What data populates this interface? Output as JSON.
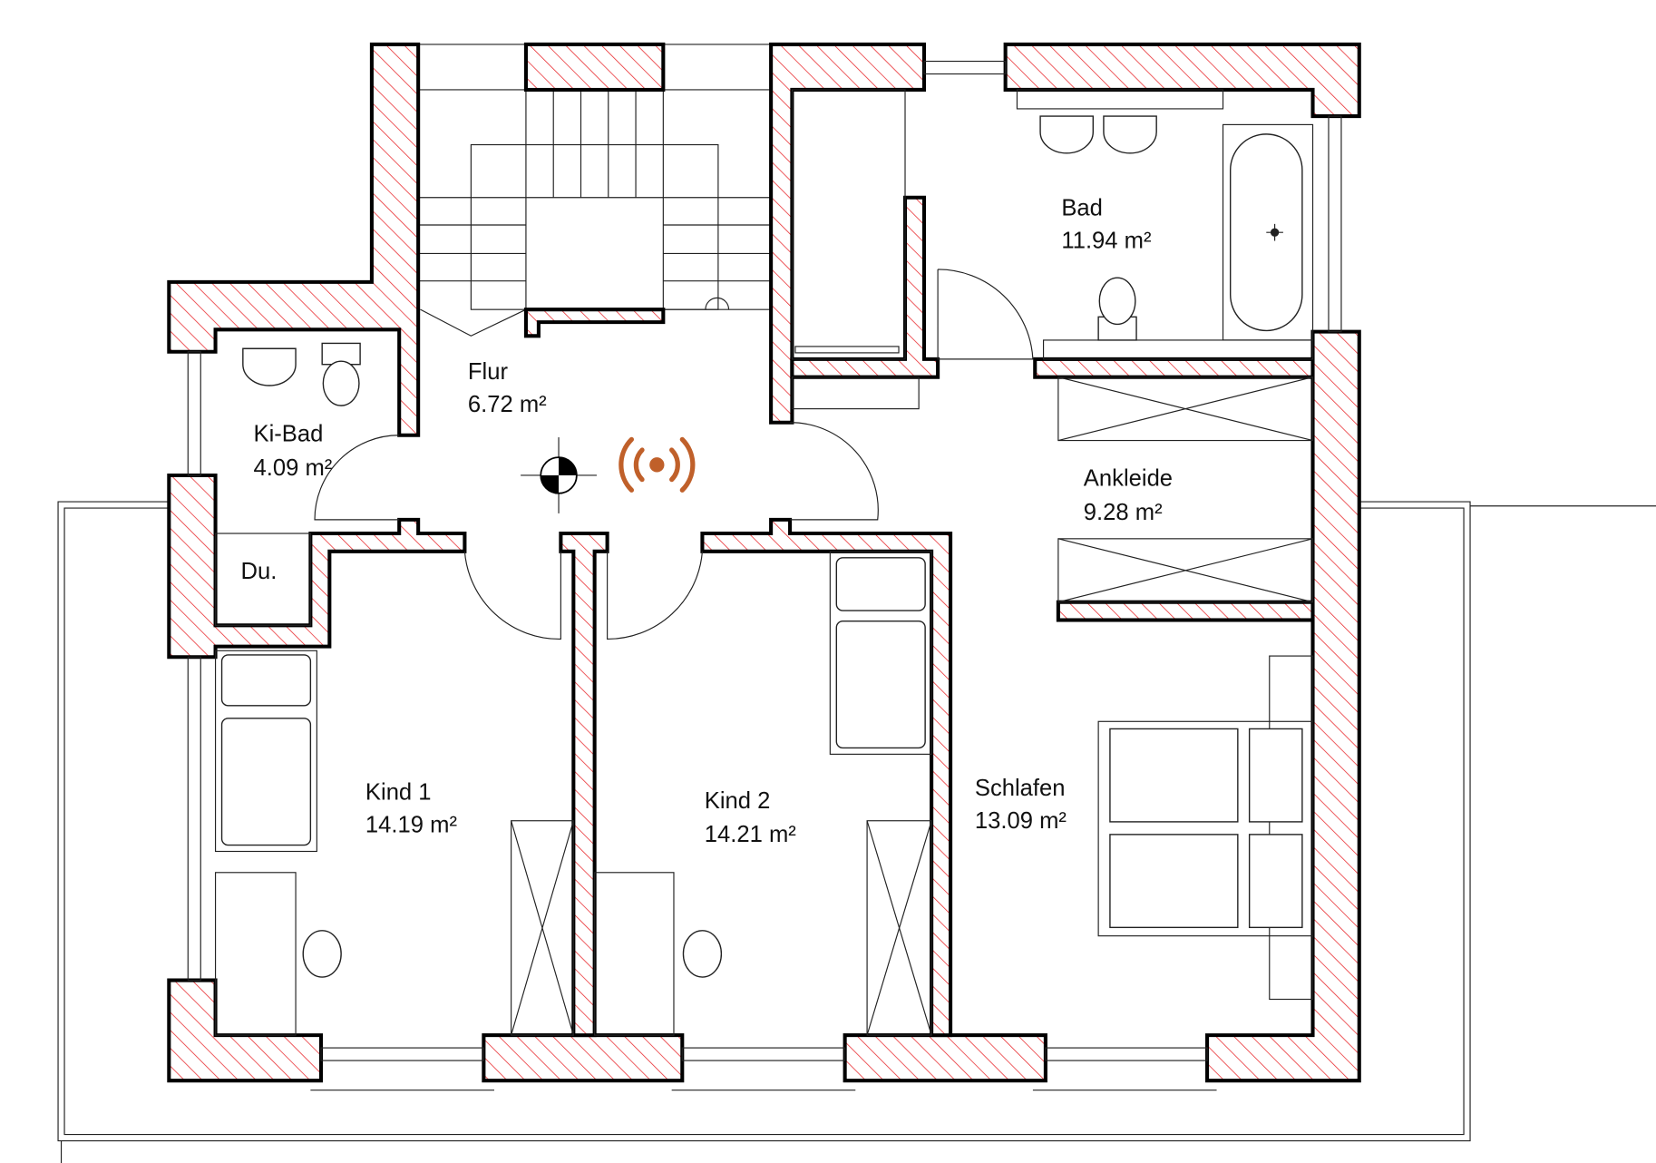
{
  "rooms": [
    {
      "name": "Flur",
      "area": "6.72 m²"
    },
    {
      "name": "Ki-Bad",
      "area": "4.09 m²"
    },
    {
      "name": "Du.",
      "area": ""
    },
    {
      "name": "Bad",
      "area": "11.94 m²"
    },
    {
      "name": "Ankleide",
      "area": "9.28 m²"
    },
    {
      "name": "Kind 1",
      "area": "14.19 m²"
    },
    {
      "name": "Kind 2",
      "area": "14.21 m²"
    },
    {
      "name": "Schlafen",
      "area": "13.09 m²"
    },
    {
      "name": "",
      "area": ""
    }
  ],
  "colors": {
    "wall_hatch": "#e8262a",
    "sensor": "#c0602a"
  },
  "icons": [
    "wireless-sensor-icon",
    "reference-point-icon"
  ]
}
